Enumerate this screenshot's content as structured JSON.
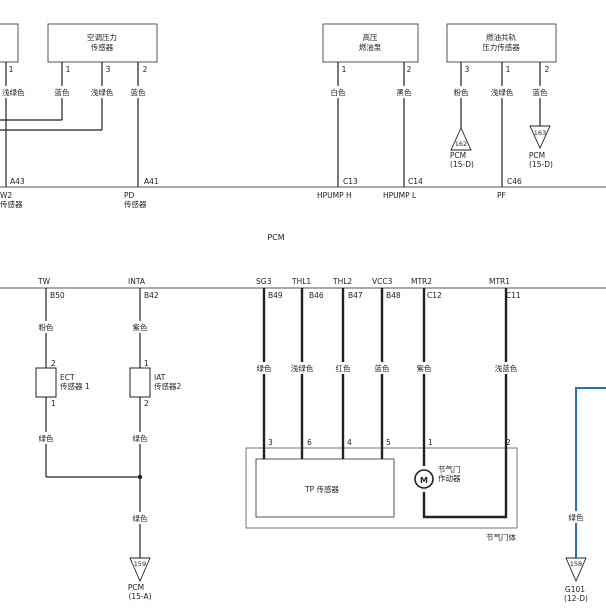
{
  "components": {
    "left_partial_label": "W2",
    "ac_pressure_sensor": {
      "line1": "空调压力",
      "line2": "传感器"
    },
    "hp_pump": {
      "line1": "高压",
      "line2": "燃油泵"
    },
    "fuel_rail_sensor": {
      "line1": "燃油共轨",
      "line2": "压力传感器"
    },
    "pcm": "PCM",
    "ect_sensor": {
      "line1": "ECT",
      "line2": "传感器 1"
    },
    "iat_sensor": {
      "line1": "IAT",
      "line2": "传感器2"
    },
    "tp_sensor": "TP 传感器",
    "throttle_actuator": {
      "line1": "节气门",
      "line2": "作动器"
    },
    "throttle_body": "节气门体"
  },
  "top_pins": {
    "left_edge": "1",
    "ac": [
      "1",
      "3",
      "2"
    ],
    "hp_pump": [
      "1",
      "2"
    ],
    "rail": [
      "3",
      "1",
      "2"
    ]
  },
  "top_wire_colors": {
    "left_edge": "浅绿色",
    "ac": [
      "蓝色",
      "浅绿色",
      "蓝色"
    ],
    "hp_pump": [
      "白色",
      "黑色"
    ],
    "rail": [
      "粉色",
      "浅绿色",
      "蓝色"
    ]
  },
  "refs": {
    "r162": {
      "num": "162",
      "line1": "PCM",
      "line2": "(15-D)"
    },
    "r163": {
      "num": "163",
      "line1": "PCM",
      "line2": "(15-D)"
    },
    "r159": {
      "num": "159",
      "line1": "PCM",
      "line2": "(15-A)"
    },
    "r158": {
      "num": "158",
      "line1": "G101",
      "line2": "(12-D)"
    }
  },
  "pcm_top_terminals": [
    {
      "id": "A43",
      "name": "W2",
      "sub": "传感器"
    },
    {
      "id": "A41",
      "name": "PD",
      "sub": "传感器"
    },
    {
      "id": "C13",
      "name": "HPUMP H"
    },
    {
      "id": "C14",
      "name": "HPUMP L"
    },
    {
      "id": "C46",
      "name": "PF"
    }
  ],
  "pcm_bottom_terminals": [
    {
      "name": "TW",
      "id": "B50",
      "color": "粉色"
    },
    {
      "name": "INTA",
      "id": "B42",
      "color": "紫色"
    },
    {
      "name": "SG3",
      "id": "B49",
      "color": "绿色"
    },
    {
      "name": "THL1",
      "id": "B46",
      "color": "浅绿色"
    },
    {
      "name": "THL2",
      "id": "B47",
      "color": "红色"
    },
    {
      "name": "VCC3",
      "id": "B48",
      "color": "蓝色"
    },
    {
      "name": "MTR2",
      "id": "C12",
      "color": "紫色"
    },
    {
      "name": "MTR1",
      "id": "C11",
      "color": "浅蓝色"
    }
  ],
  "sensor_pins": {
    "ect": [
      "2",
      "1"
    ],
    "iat": [
      "1",
      "2"
    ]
  },
  "sensor_low_colors": {
    "ect": "绿色",
    "iat": "绿色",
    "joined": "绿色"
  },
  "tp_pins": [
    "3",
    "6",
    "4",
    "5",
    "1",
    "2"
  ],
  "right_wire_color": "绿色",
  "colors": {
    "wire": "#222222",
    "ground_wire": "#2a6fb0",
    "box_stroke": "#444444"
  }
}
